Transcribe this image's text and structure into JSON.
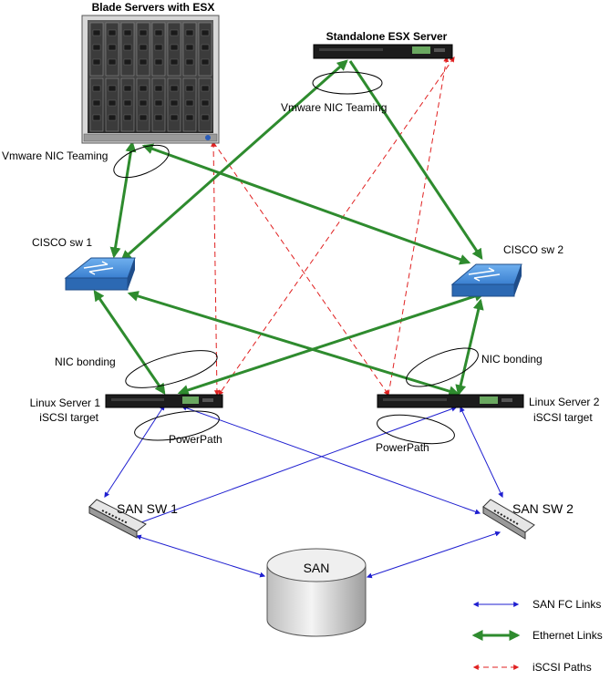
{
  "nodes": {
    "blade": "Blade Servers with ESX",
    "standalone": "Standalone ESX Server",
    "cisco1": "CISCO sw 1",
    "cisco2": "CISCO sw 2",
    "linux1_line1": "Linux Server 1",
    "linux1_line2": "iSCSI target",
    "linux2_line1": "Linux Server 2",
    "linux2_line2": "iSCSI target",
    "sansw1": "SAN SW 1",
    "sansw2": "SAN SW 2",
    "san": "SAN"
  },
  "annotations": {
    "nic_team_blade": "Vmware NIC Teaming",
    "nic_team_standalone": "Vmware NIC Teaming",
    "nic_bond_1": "NIC bonding",
    "nic_bond_2": "NIC bonding",
    "powerpath_1": "PowerPath",
    "powerpath_2": "PowerPath"
  },
  "legend": {
    "san_fc": "SAN FC Links",
    "ethernet": "Ethernet Links",
    "iscsi": "iSCSI Paths"
  },
  "colors": {
    "san_fc": "#1f1fd0",
    "ethernet": "#2e8b2e",
    "iscsi": "#e02020",
    "switch": "#3a7fd0"
  }
}
